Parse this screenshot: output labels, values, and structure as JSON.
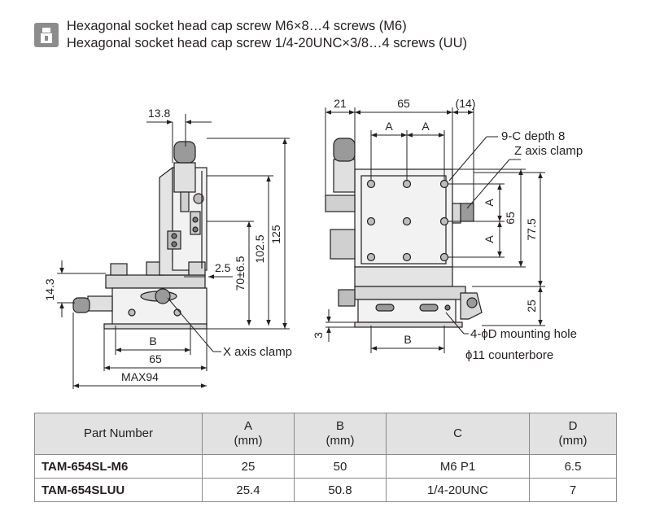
{
  "header": {
    "line1": "Hexagonal socket head cap screw M6×8…4 screws (M6)",
    "line2": "Hexagonal socket head cap screw 1/4-20UNC×3/8…4 screws (UU)",
    "icon": "hex-screw-icon"
  },
  "left_view": {
    "dim_13_8": "13.8",
    "dim_14_3": "14.3",
    "dim_2_5": "2.5",
    "dim_70": "70±6.5",
    "dim_102_5": "102.5",
    "dim_125": "125",
    "dim_B": "B",
    "dim_65": "65",
    "dim_max94": "MAX94",
    "x_axis_clamp": "X axis clamp"
  },
  "right_view": {
    "dim_21": "21",
    "dim_65": "65",
    "dim_14": "(14)",
    "dim_A1": "A",
    "dim_A2": "A",
    "dim_A_v1": "A",
    "dim_A_v2": "A",
    "dim_65_v": "65",
    "dim_77_5": "77.5",
    "dim_25": "25",
    "dim_3": "3",
    "dim_B": "B",
    "c_depth": "9-C depth 8",
    "z_axis_clamp": "Z axis clamp",
    "mounting_hole": "4-ϕD mounting hole",
    "counterbore": "ϕ11 counterbore"
  },
  "table": {
    "headers": [
      {
        "l1": "Part Number",
        "l2": ""
      },
      {
        "l1": "A",
        "l2": "(mm)"
      },
      {
        "l1": "B",
        "l2": "(mm)"
      },
      {
        "l1": "C",
        "l2": ""
      },
      {
        "l1": "D",
        "l2": "(mm)"
      }
    ],
    "rows": [
      [
        "TAM-654SL-M6",
        "25",
        "50",
        "M6 P1",
        "6.5"
      ],
      [
        "TAM-654SLUU",
        "25.4",
        "50.8",
        "1/4-20UNC",
        "7"
      ]
    ]
  }
}
